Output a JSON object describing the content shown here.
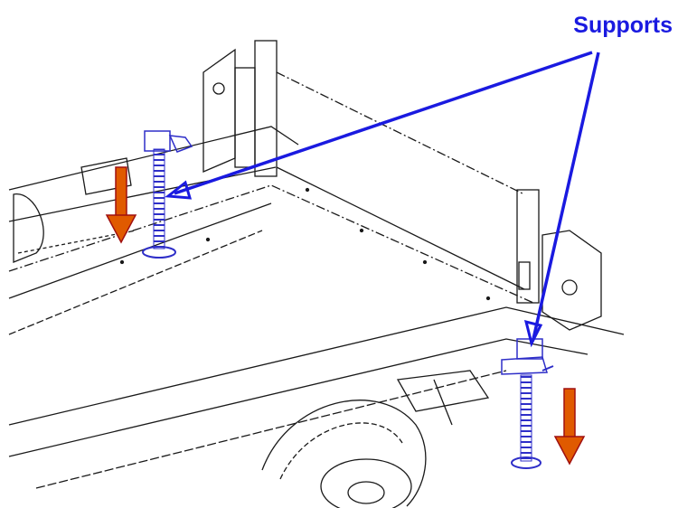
{
  "diagram": {
    "label": "Supports",
    "colors": {
      "line_art": "#1a1a1a",
      "support": "#2e2ec8",
      "callout": "#1a1ae0",
      "arrow_fill": "#e05a00",
      "arrow_outline": "#a01010"
    },
    "callouts": [
      {
        "target": "left-support"
      },
      {
        "target": "right-support"
      }
    ],
    "arrows": [
      {
        "direction": "down",
        "target": "left-support"
      },
      {
        "direction": "down",
        "target": "right-support"
      }
    ]
  }
}
